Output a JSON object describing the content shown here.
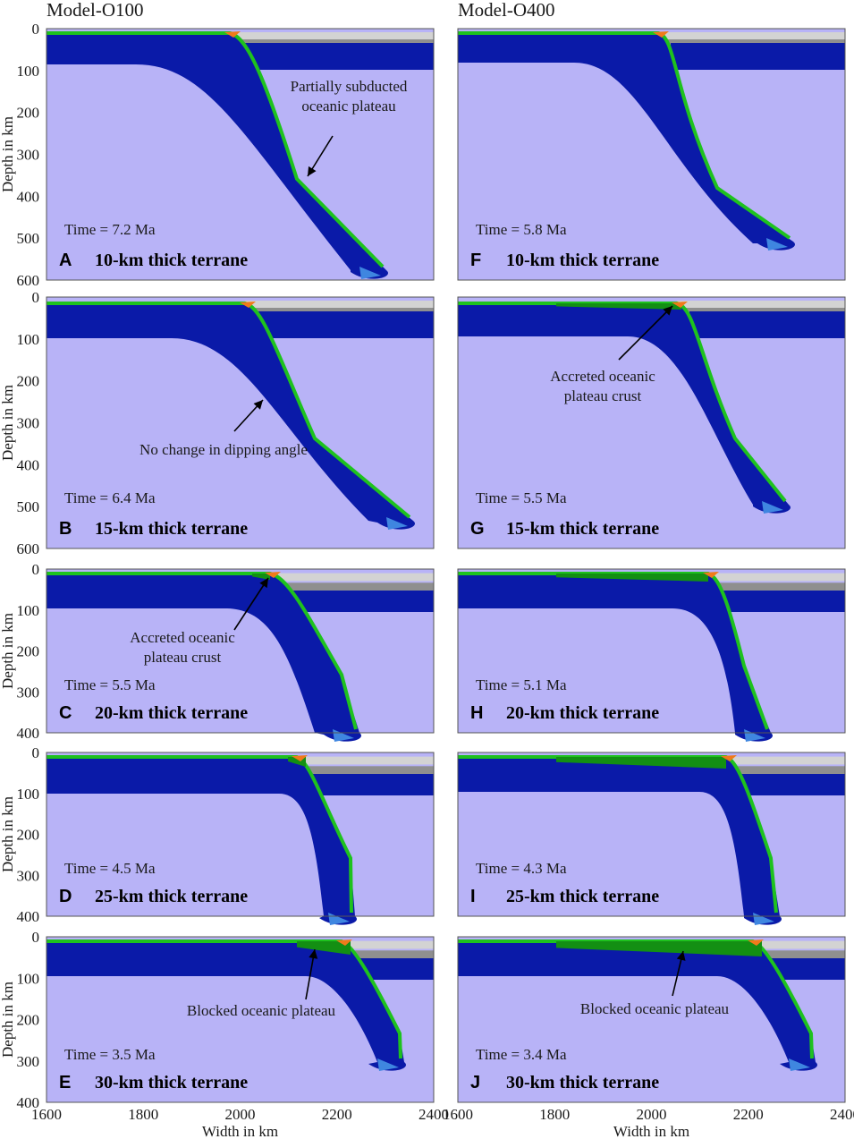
{
  "columns": [
    "Model-O100",
    "Model-O400"
  ],
  "x_axis": {
    "label": "Width in km",
    "ticks": [
      "1600",
      "1800",
      "2000",
      "2200",
      "2400"
    ]
  },
  "y_axis": {
    "label": "Depth in km"
  },
  "panels": [
    {
      "letter": "A",
      "title": "10-km thick terrane",
      "time": "Time = 7.2 Ma",
      "yticks": [
        "0",
        "100",
        "200",
        "300",
        "400",
        "500",
        "600"
      ],
      "annotations": [
        {
          "text_lines": [
            "Partially subducted",
            "oceanic plateau"
          ]
        }
      ]
    },
    {
      "letter": "B",
      "title": "15-km thick terrane",
      "time": "Time = 6.4 Ma",
      "yticks": [
        "0",
        "100",
        "200",
        "300",
        "400",
        "500",
        "600"
      ],
      "annotations": [
        {
          "text_lines": [
            "No change in dipping angle"
          ]
        }
      ]
    },
    {
      "letter": "C",
      "title": "20-km thick terrane",
      "time": "Time = 5.5 Ma",
      "yticks": [
        "0",
        "100",
        "200",
        "300",
        "400"
      ],
      "annotations": [
        {
          "text_lines": [
            "Accreted oceanic",
            "plateau crust"
          ]
        }
      ]
    },
    {
      "letter": "D",
      "title": "25-km thick terrane",
      "time": "Time = 4.5 Ma",
      "yticks": [
        "0",
        "100",
        "200",
        "300",
        "400"
      ],
      "annotations": []
    },
    {
      "letter": "E",
      "title": "30-km thick terrane",
      "time": "Time = 3.5 Ma",
      "yticks": [
        "0",
        "100",
        "200",
        "300",
        "400"
      ],
      "annotations": [
        {
          "text_lines": [
            "Blocked oceanic plateau"
          ]
        }
      ]
    },
    {
      "letter": "F",
      "title": "10-km thick terrane",
      "time": "Time = 5.8 Ma",
      "yticks": [],
      "annotations": []
    },
    {
      "letter": "G",
      "title": "15-km thick terrane",
      "time": "Time = 5.5 Ma",
      "yticks": [],
      "annotations": [
        {
          "text_lines": [
            "Accreted oceanic",
            "plateau crust"
          ]
        }
      ]
    },
    {
      "letter": "H",
      "title": "20-km thick terrane",
      "time": "Time = 5.1 Ma",
      "yticks": [],
      "annotations": []
    },
    {
      "letter": "I",
      "title": "25-km thick terrane",
      "time": "Time = 4.3 Ma",
      "yticks": [],
      "annotations": []
    },
    {
      "letter": "J",
      "title": "30-km thick terrane",
      "time": "Time = 3.4 Ma",
      "yticks": [],
      "annotations": [
        {
          "text_lines": [
            "Blocked oceanic plateau"
          ]
        }
      ]
    }
  ],
  "colors": {
    "mantle": "#b8b3f7",
    "slab": "#0a1aa8",
    "slab_light": "#3f86e0",
    "crust_green": "#1ec21e",
    "plateau_dark": "#138f13",
    "cont_upper": "#d3d3d3",
    "cont_lower": "#8f8f8f",
    "sediment": "#f07a1a",
    "water": "#7fe9d0",
    "frame": "#555555"
  }
}
